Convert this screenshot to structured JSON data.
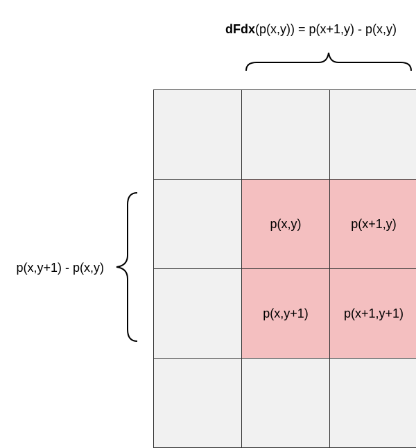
{
  "formulas": {
    "dfdx_name": "dFdx",
    "dfdx_rest": "(p(x,y)) = p(x+1,y) - p(x,y)",
    "dfdy_rest": "p(x,y+1) - p(x,y)"
  },
  "grid": {
    "cells": [
      [
        "",
        "",
        ""
      ],
      [
        "",
        "p(x,y)",
        "p(x+1,y)"
      ],
      [
        "",
        "p(x,y+1)",
        "p(x+1,y+1)"
      ],
      [
        "",
        "",
        ""
      ]
    ],
    "highlighted": [
      [
        1,
        1
      ],
      [
        1,
        2
      ],
      [
        2,
        1
      ],
      [
        2,
        2
      ]
    ]
  },
  "colors": {
    "cell_fill": "#f1f1f1",
    "highlight_fill": "#f4bfc0",
    "border": "#333333"
  }
}
